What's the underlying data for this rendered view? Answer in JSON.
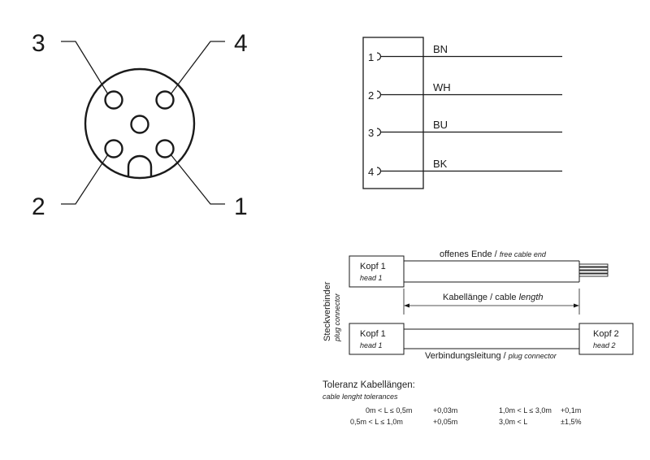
{
  "pin_diagram": {
    "pins": [
      {
        "number": "3"
      },
      {
        "number": "4"
      },
      {
        "number": "2"
      },
      {
        "number": "1"
      }
    ]
  },
  "wiring": {
    "pins": [
      {
        "pin": "1",
        "color_code": "BN"
      },
      {
        "pin": "2",
        "color_code": "WH"
      },
      {
        "pin": "3",
        "color_code": "BU"
      },
      {
        "pin": "4",
        "color_code": "BK"
      }
    ]
  },
  "cables": {
    "side_label": "Steckverbinder",
    "side_label_italic": "plug connector",
    "cable1": {
      "head_label": "Kopf 1",
      "head_label_italic": "head 1",
      "end_label": "offenes Ende /",
      "end_label_italic": "free cable end"
    },
    "length_label": "Kabellänge / cable",
    "length_label_italic": "length",
    "cable2": {
      "head1_label": "Kopf 1",
      "head1_label_italic": "head 1",
      "head2_label": "Kopf 2",
      "head2_label_italic": "head 2",
      "connection_label": "Verbindungsleitung /",
      "connection_label_italic": "plug connector"
    }
  },
  "tolerances": {
    "title": "Toleranz Kabellängen:",
    "subtitle": "cable lenght tolerances",
    "rows": [
      {
        "range": "0m < L ≤ 0,5m",
        "tol": "+0,03m",
        "range2": "1,0m < L ≤ 3,0m",
        "tol2": "+0,1m"
      },
      {
        "range": "0,5m < L ≤ 1,0m",
        "tol": "+0,05m",
        "range2": "3,0m < L",
        "tol2": "±1,5%"
      }
    ]
  }
}
